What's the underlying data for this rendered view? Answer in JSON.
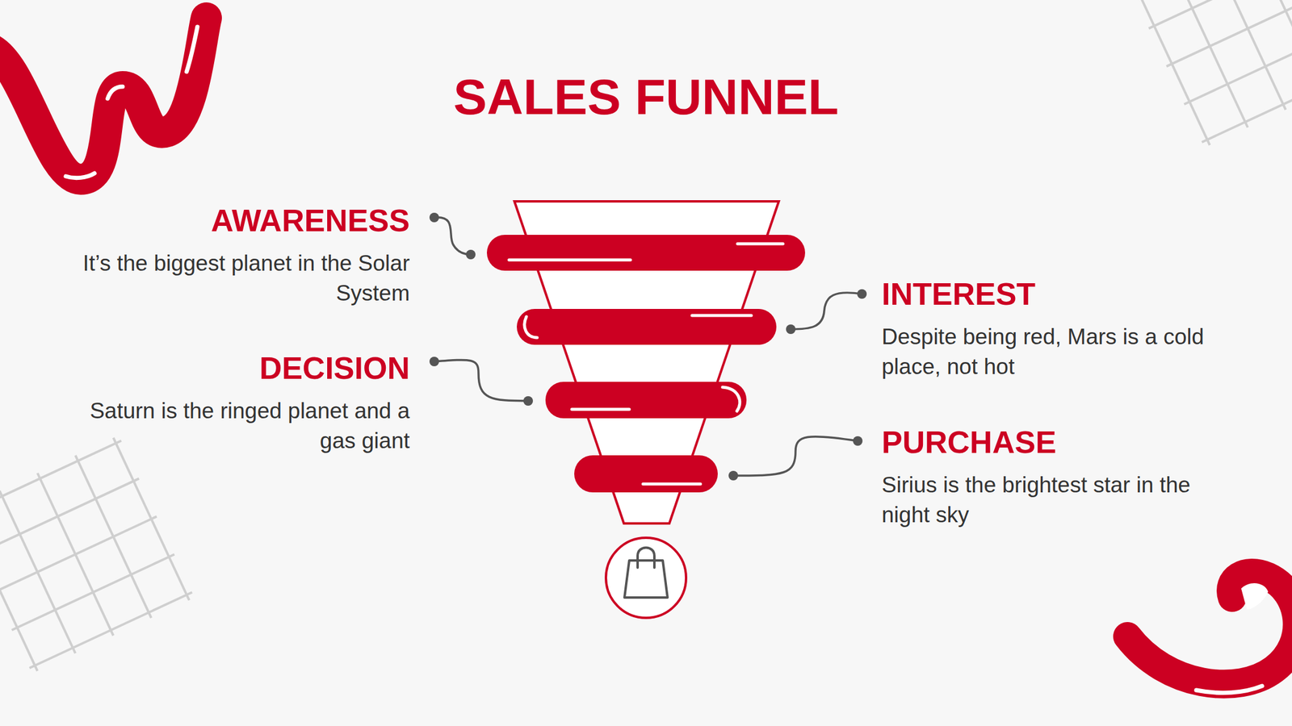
{
  "diagram": {
    "title": "SALES FUNNEL",
    "nodes": [
      {
        "text": [
          "AWARENESS",
          "It’s the biggest planet in the Solar System"
        ]
      },
      {
        "text": [
          "INTEREST",
          "Despite being red, Mars is a cold place, not hot"
        ]
      },
      {
        "text": [
          "DECISION",
          "Saturn is the ringed planet and a gas giant"
        ]
      },
      {
        "text": [
          "PURCHASE",
          "Sirius is the brightest star in the night sky"
        ]
      }
    ]
  }
}
